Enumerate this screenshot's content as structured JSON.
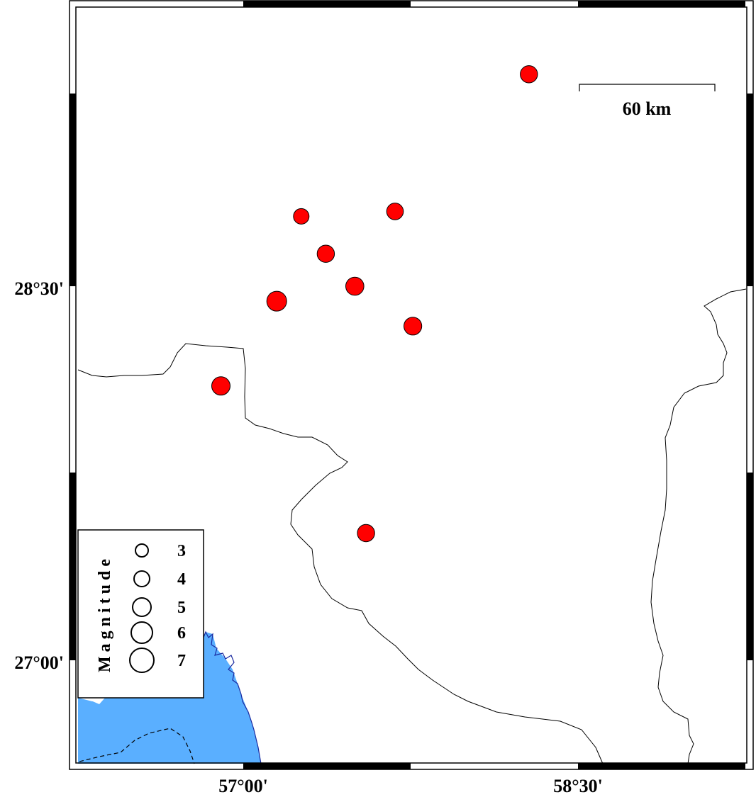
{
  "map": {
    "axis_labels": {
      "lat_top": "28°30'",
      "lat_bottom": "27°00'",
      "lon_left": "57°00'",
      "lon_right": "58°30'"
    },
    "scale_bar": {
      "label": "60 km"
    },
    "legend": {
      "title": "Magnitude",
      "entries": [
        {
          "label": "3",
          "magnitude": 3
        },
        {
          "label": "4",
          "magnitude": 4
        },
        {
          "label": "5",
          "magnitude": 5
        },
        {
          "label": "6",
          "magnitude": 6
        },
        {
          "label": "7",
          "magnitude": 7
        }
      ]
    },
    "colors": {
      "event_fill": "#ff0000",
      "sea": "#5aafff",
      "coastline": "#1a2aa0",
      "frame": "#000000"
    },
    "events": [
      {
        "lon": 58.28,
        "lat": 29.35,
        "magnitude": 4.6
      },
      {
        "lon": 57.26,
        "lat": 28.78,
        "magnitude": 4.0
      },
      {
        "lon": 57.68,
        "lat": 28.8,
        "magnitude": 4.4
      },
      {
        "lon": 57.37,
        "lat": 28.63,
        "magnitude": 4.6
      },
      {
        "lon": 57.5,
        "lat": 28.5,
        "magnitude": 4.9
      },
      {
        "lon": 57.15,
        "lat": 28.44,
        "magnitude": 5.5
      },
      {
        "lon": 57.76,
        "lat": 28.34,
        "magnitude": 4.8
      },
      {
        "lon": 56.9,
        "lat": 28.1,
        "magnitude": 5.0
      },
      {
        "lon": 57.55,
        "lat": 27.51,
        "magnitude": 4.6
      }
    ]
  }
}
